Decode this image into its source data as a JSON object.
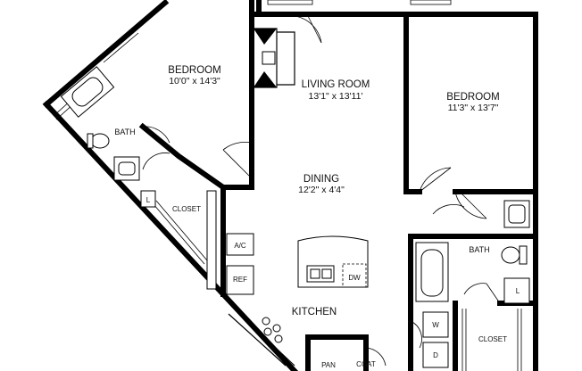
{
  "rooms": {
    "bedroom_left": {
      "name": "BEDROOM",
      "dims": "10'0\" x 14'3\""
    },
    "living_room": {
      "name": "LIVING ROOM",
      "dims": "13'1\" x 13'11'"
    },
    "bedroom_right": {
      "name": "BEDROOM",
      "dims": "11'3\" x 13'7\""
    },
    "dining": {
      "name": "DINING",
      "dims": "12'2\" x 4'4\""
    },
    "kitchen": {
      "name": "KITCHEN"
    },
    "bath_left": {
      "name": "BATH"
    },
    "bath_right": {
      "name": "BATH"
    },
    "closet_left": {
      "name": "CLOSET"
    },
    "closet_right": {
      "name": "CLOSET"
    }
  },
  "fixtures": {
    "ac": "A/C",
    "ref": "REF",
    "dw": "DW",
    "pan": "PAN",
    "coat": "COAT",
    "linen_left": "L",
    "linen_right": "L",
    "washer": "W",
    "dryer": "D"
  }
}
